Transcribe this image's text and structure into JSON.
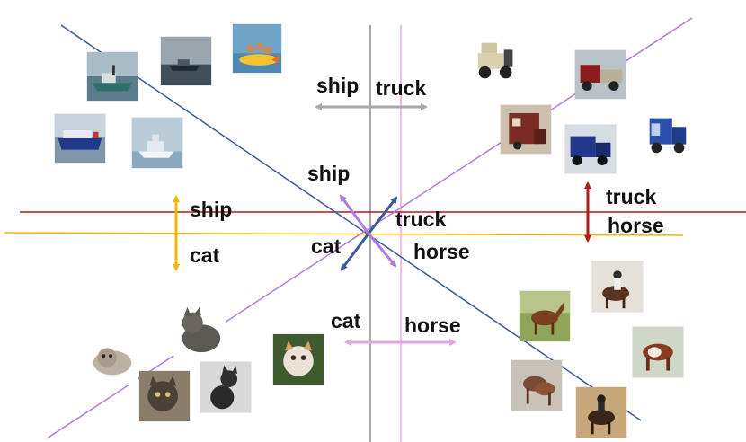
{
  "labels": {
    "top_ship": "ship",
    "top_truck": "truck",
    "center_ship": "ship",
    "center_truck": "truck",
    "center_cat": "cat",
    "center_horse": "horse",
    "left_ship": "ship",
    "left_cat": "cat",
    "right_truck": "truck",
    "right_horse": "horse",
    "bottom_cat": "cat",
    "bottom_horse": "horse"
  },
  "colors": {
    "gray_line": "#8a8a8a",
    "pink_line": "#e8a6e0",
    "red_line": "#b01c1c",
    "yellow_line": "#f4b400",
    "navy_line": "#3a5a9a",
    "violet_line": "#b07ae0",
    "gray_arrow": "#a8a8a8",
    "pink_arrow": "#e3a4e0",
    "red_arrow": "#b01c1c",
    "yellow_arrow": "#f4b400"
  },
  "thumbnails": {
    "ship": [
      "ship-thumbnail-1",
      "ship-thumbnail-2",
      "ship-thumbnail-3",
      "ship-thumbnail-4",
      "ship-thumbnail-5"
    ],
    "truck": [
      "truck-thumbnail-1",
      "truck-thumbnail-2",
      "truck-thumbnail-3",
      "truck-thumbnail-4",
      "truck-thumbnail-5"
    ],
    "cat": [
      "cat-thumbnail-1",
      "cat-thumbnail-2",
      "cat-thumbnail-3",
      "cat-thumbnail-4",
      "cat-thumbnail-5"
    ],
    "horse": [
      "horse-thumbnail-1",
      "horse-thumbnail-2",
      "horse-thumbnail-3",
      "horse-thumbnail-4",
      "horse-thumbnail-5"
    ]
  }
}
